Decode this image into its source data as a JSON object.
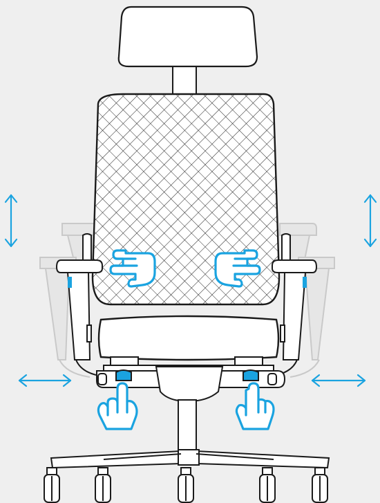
{
  "diagram": {
    "subject": "office-chair-armrest-adjustment",
    "colors": {
      "background": "#efefef",
      "outline": "#1a1a1a",
      "fill": "#ffffff",
      "ghost": "#c9c9c9",
      "accent": "#1aa3e0",
      "mesh": "#2a2a2a"
    },
    "icons": [
      "headrest",
      "mesh-backrest",
      "seat-cushion",
      "armrest-left",
      "armrest-right",
      "height-adjust-arrow",
      "width-adjust-arrow",
      "hand-grip-icon",
      "hand-press-icon",
      "star-base",
      "caster-wheel"
    ]
  }
}
